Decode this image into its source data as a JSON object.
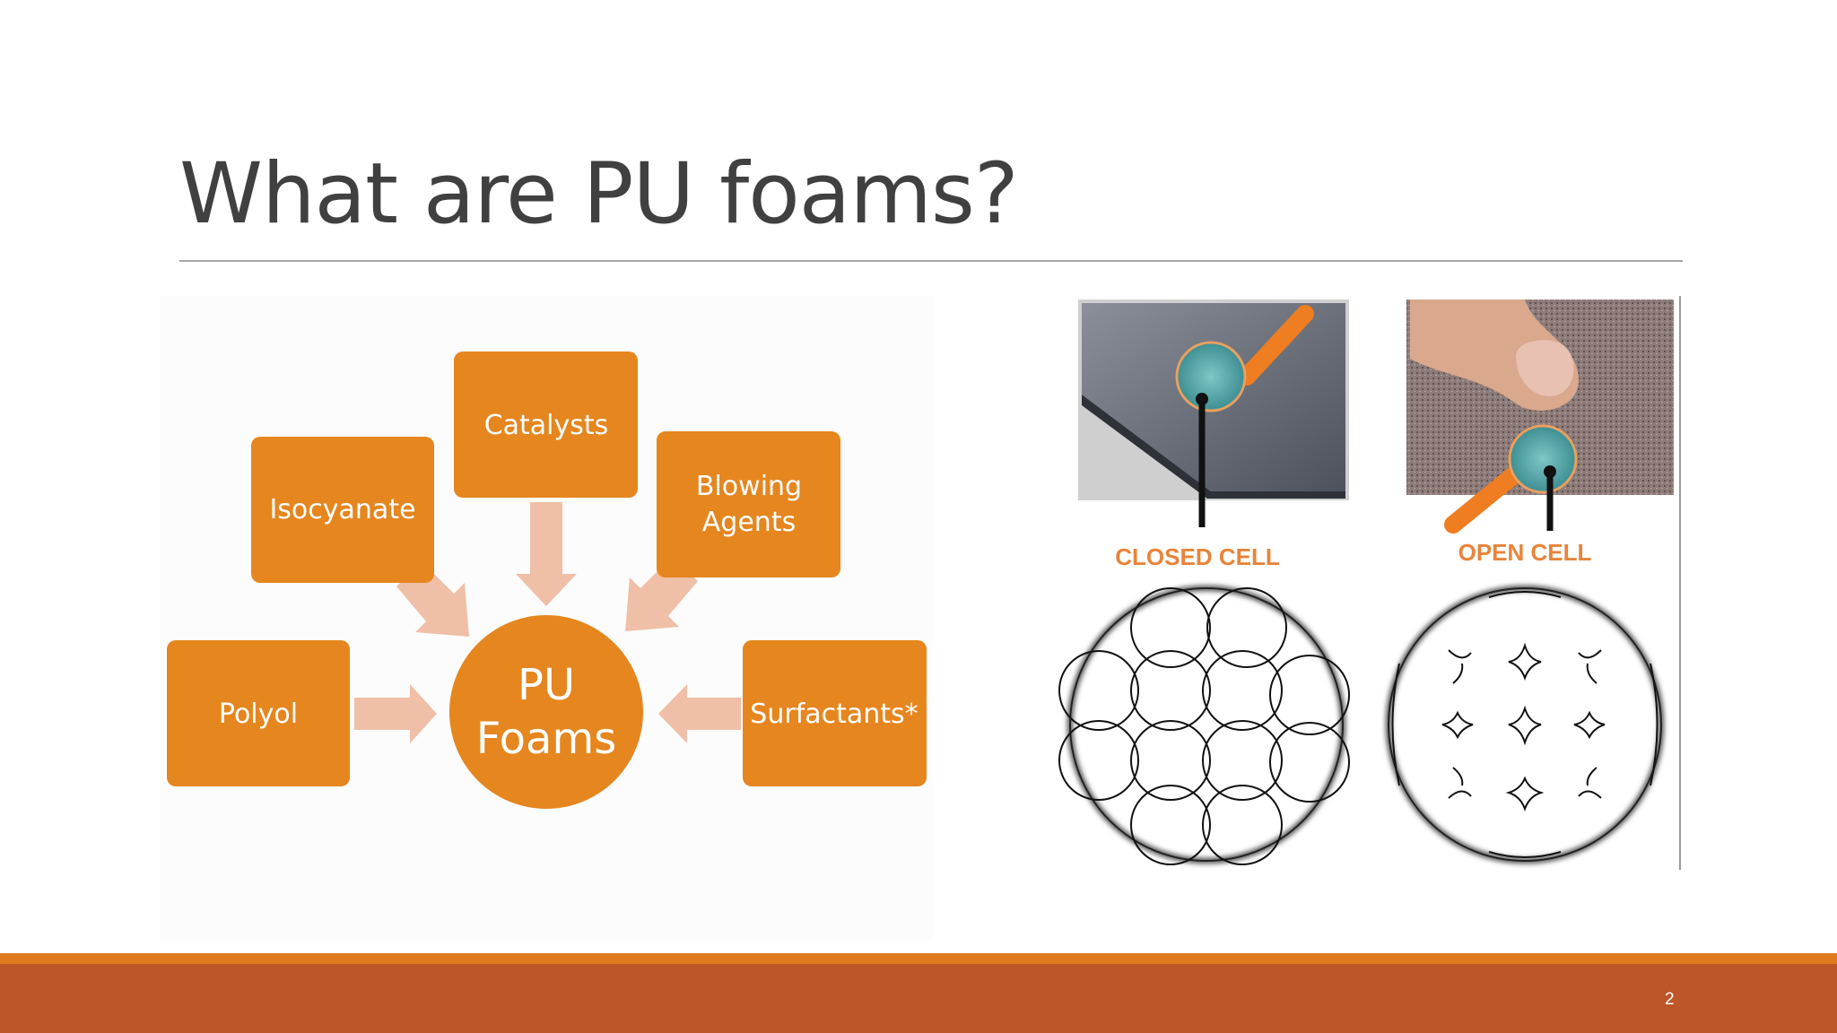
{
  "slide": {
    "title": "What are PU foams?",
    "number": "2"
  },
  "diagram": {
    "center": {
      "line1": "PU",
      "line2": "Foams"
    },
    "inputs": [
      {
        "lines": [
          "Polyol"
        ]
      },
      {
        "lines": [
          "Isocyanate"
        ]
      },
      {
        "lines": [
          "Catalysts"
        ]
      },
      {
        "lines": [
          "Blowing",
          "Agents"
        ]
      },
      {
        "lines": [
          "Surfactants*"
        ]
      }
    ]
  },
  "figure": {
    "closed_caption": "CLOSED CELL",
    "open_caption": "OPEN CELL"
  },
  "colors": {
    "box": "#e5861f",
    "arrow": "#f0bfa7",
    "footer": "#bd5629",
    "footer_accent": "#e07b1f"
  }
}
